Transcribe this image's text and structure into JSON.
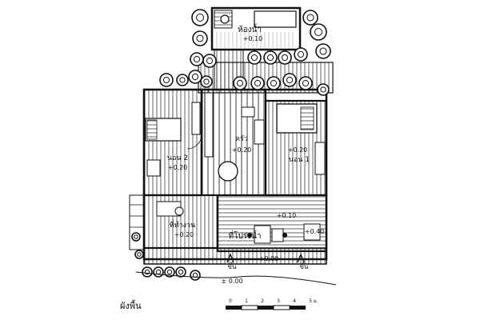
{
  "rooms": {
    "bathroom": {
      "name": "ห้องน้ำ",
      "level": "+0.10"
    },
    "kitchen": {
      "name": "ครัว",
      "level": "+0.20"
    },
    "bedroom2": {
      "name": "นอน 2",
      "level": "+0.20"
    },
    "bedroom1": {
      "name": "นอน 1",
      "level": "+0.20"
    },
    "living": {
      "name": "ที่ทำงาน",
      "level": "+0.20"
    },
    "terrace": {
      "name": "ที่โปร่งน้ำ",
      "level": "+0.10"
    }
  },
  "levels": {
    "right_side": "+0.40",
    "front_step": "+0.00",
    "ground": "± 0.00"
  },
  "entry_labels": {
    "left": "ขึ้น",
    "right": "ขึ้น"
  },
  "caption": "ผังพื้น",
  "scale_bar": {
    "labels": [
      "0",
      "1",
      "2",
      "3",
      "4",
      "5 ม."
    ]
  },
  "colors": {
    "ink": "#111111",
    "paper": "#ffffff"
  }
}
